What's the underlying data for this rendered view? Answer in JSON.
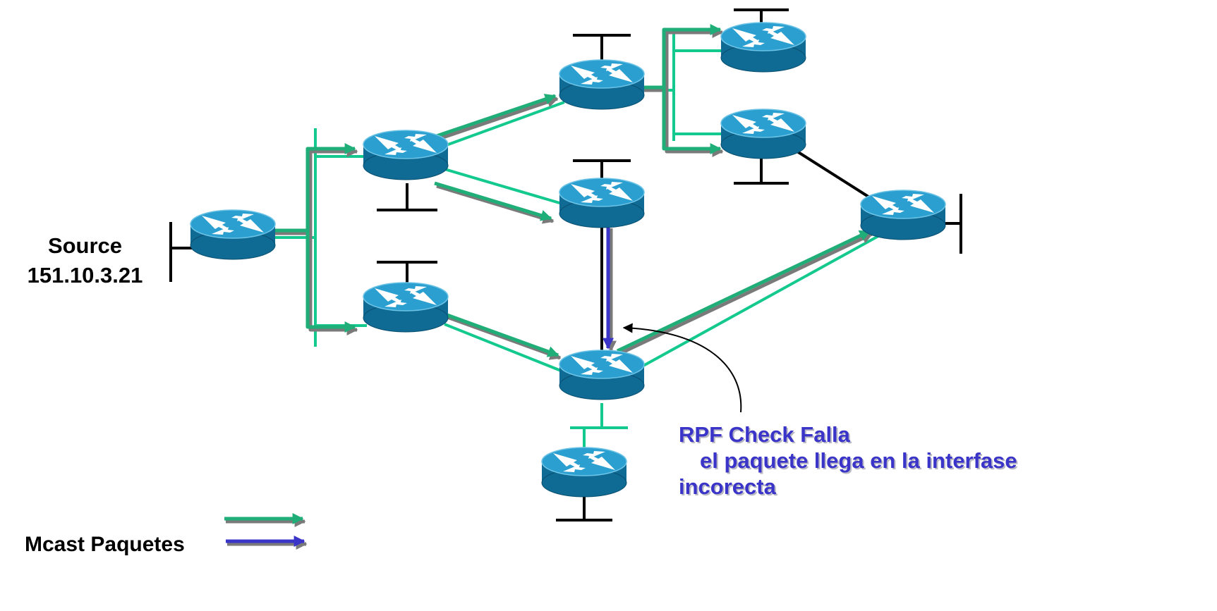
{
  "title": "",
  "labels": {
    "source_line1": "Source",
    "source_line2": "151.10.3.21",
    "rpf_line1": "RPF Check Falla",
    "rpf_line2": "el paquete llega en la interfase",
    "rpf_line3": "incorecta",
    "legend": "Mcast Paquetes"
  },
  "icons": {
    "router": "router-icon",
    "lan_segment": "lan-segment-icon",
    "multicast_flow": "multicast-arrow-icon",
    "rpf_fail_flow": "rpf-fail-arrow-icon"
  },
  "colors": {
    "link_green": "#14c98e",
    "arrow_green": "#1fad78",
    "arrow_shadow": "#7a7a7a",
    "fail_blue": "#3a34c8",
    "router_top": "#2a9fd0",
    "router_side": "#0f6b94",
    "wire": "#000000"
  }
}
